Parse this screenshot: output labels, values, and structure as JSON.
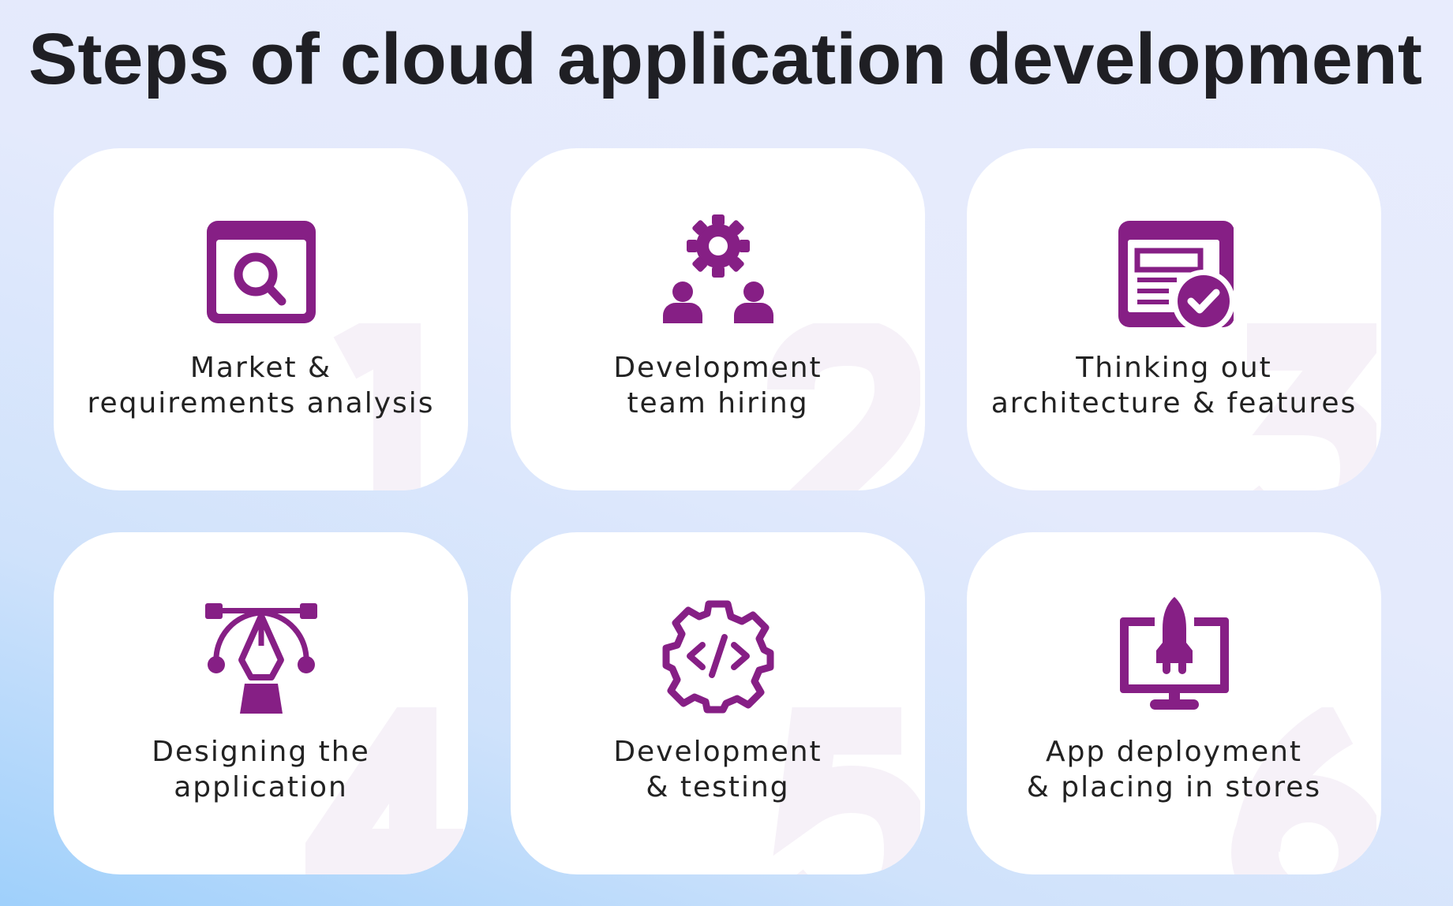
{
  "title": "Steps of cloud application development",
  "accent_color": "#861f85",
  "steps": [
    {
      "number": "1",
      "icon": "browser-search-icon",
      "line1": "Market &",
      "line2": "requirements analysis"
    },
    {
      "number": "2",
      "icon": "team-gear-icon",
      "line1": "Development",
      "line2": "team hiring"
    },
    {
      "number": "3",
      "icon": "document-check-icon",
      "line1": "Thinking out",
      "line2": "architecture & features"
    },
    {
      "number": "4",
      "icon": "pen-tool-icon",
      "line1": "Designing the",
      "line2": "application"
    },
    {
      "number": "5",
      "icon": "gear-code-icon",
      "line1": "Development",
      "line2": "& testing"
    },
    {
      "number": "6",
      "icon": "monitor-rocket-icon",
      "line1": "App deployment",
      "line2": "& placing in stores"
    }
  ]
}
